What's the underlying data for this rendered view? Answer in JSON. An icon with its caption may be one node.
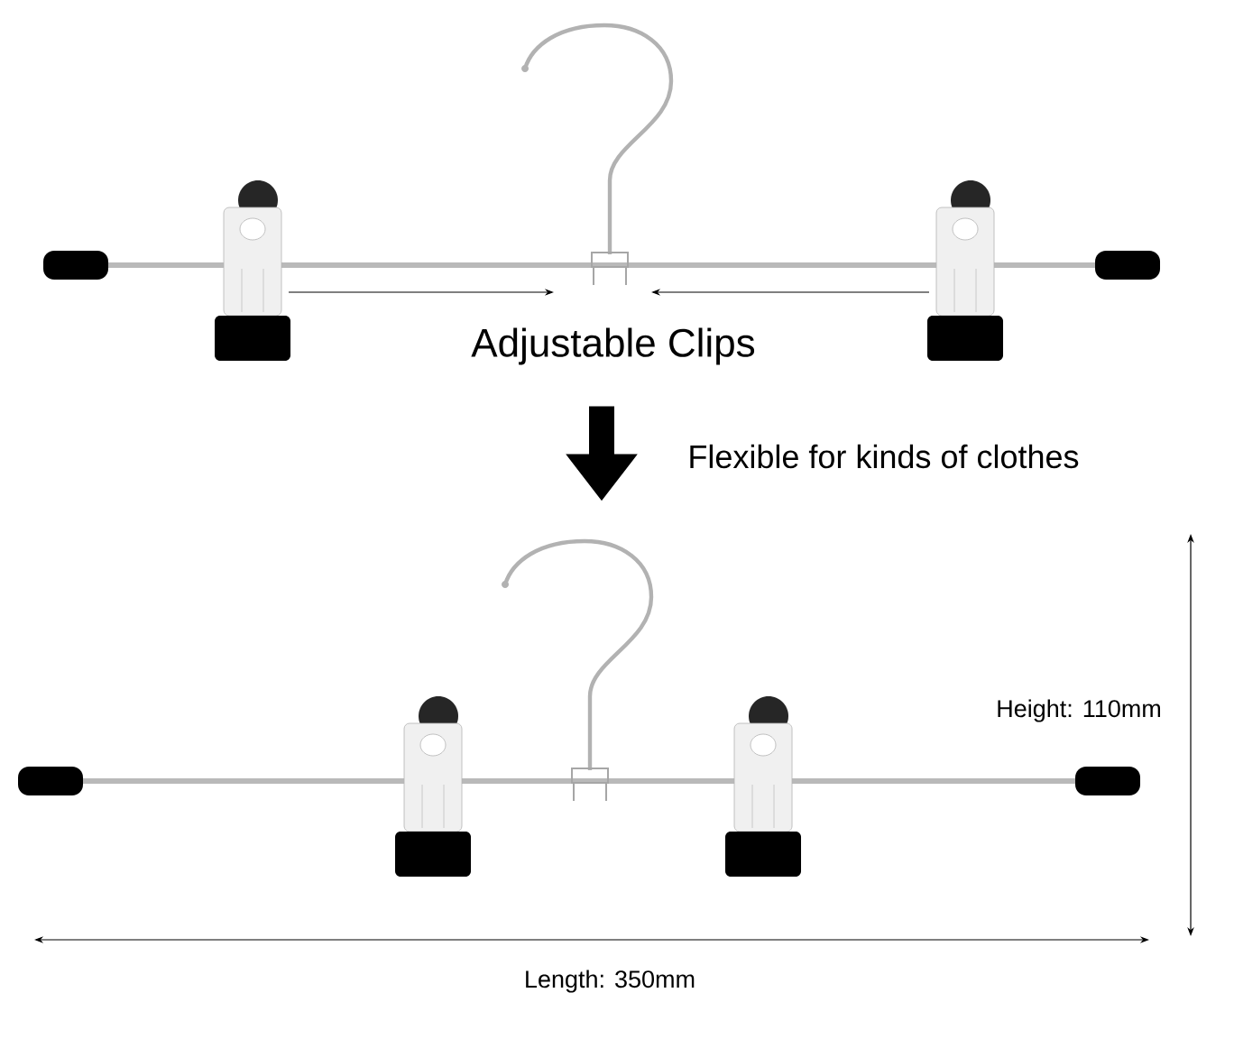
{
  "diagram": {
    "nodes": [
      {
        "text": [],
        "shape": "picture"
      },
      {
        "text": [],
        "shape": "picture"
      }
    ],
    "edges": [
      {
        "from": 0,
        "to": 1,
        "arrow": "to",
        "label": "Flexible for kinds of clothes"
      }
    ],
    "labels": [
      "Adjustable Clips",
      "Height: 110mm",
      "Length: 350mm"
    ]
  }
}
